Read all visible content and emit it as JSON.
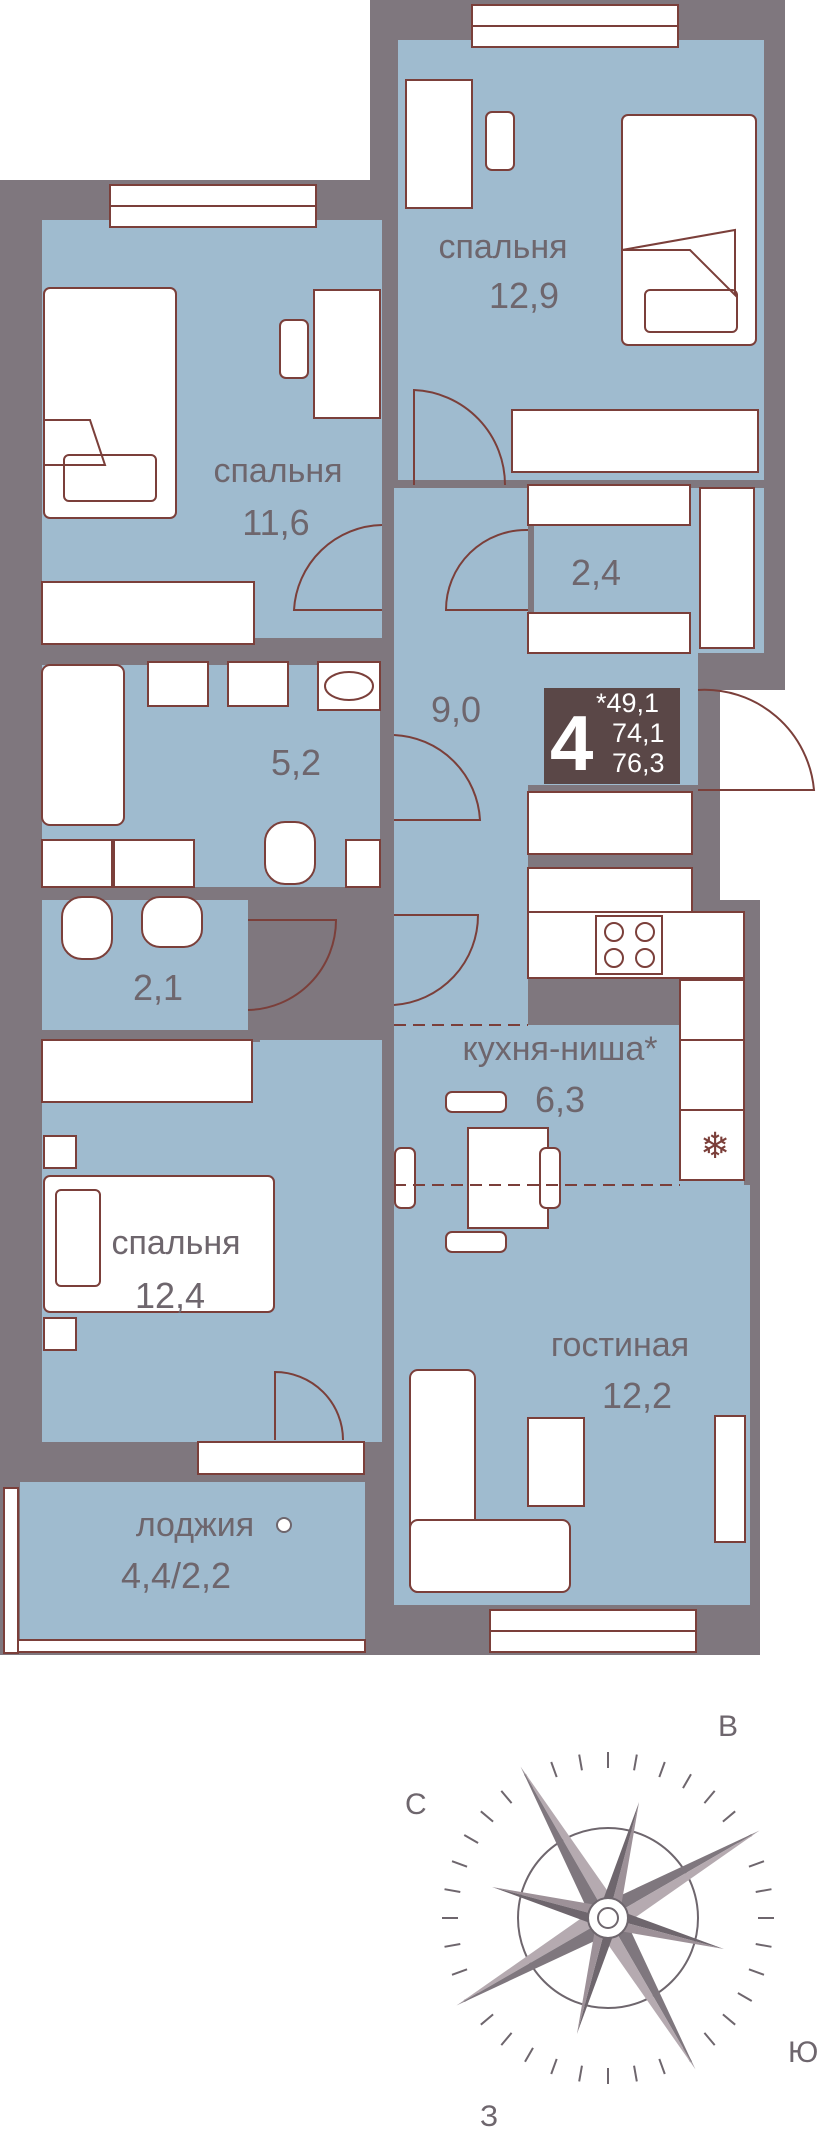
{
  "colors": {
    "wall": "#7f777e",
    "floor": "#9fbbcf",
    "furniture_stroke": "#7b3f3a",
    "label": "#6e666d",
    "badge": "#5a4747"
  },
  "rooms": [
    {
      "id": "bedroom-top",
      "name": "спальня",
      "area": "12,9"
    },
    {
      "id": "bedroom-left",
      "name": "спальня",
      "area": "11,6"
    },
    {
      "id": "closet",
      "name": "",
      "area": "2,4"
    },
    {
      "id": "hall",
      "name": "",
      "area": "9,0"
    },
    {
      "id": "bathroom",
      "name": "",
      "area": "5,2"
    },
    {
      "id": "toilet",
      "name": "",
      "area": "2,1"
    },
    {
      "id": "kitchen",
      "name": "кухня-ниша*",
      "area": "6,3"
    },
    {
      "id": "bedroom-bottom",
      "name": "спальня",
      "area": "12,4"
    },
    {
      "id": "living",
      "name": "гостиная",
      "area": "12,2"
    },
    {
      "id": "loggia",
      "name": "лоджия",
      "area": "4,4/2,2"
    }
  ],
  "badge": {
    "rooms_count": "4",
    "living_area": "*49,1",
    "total_area": "74,1",
    "total_with_loggia": "76,3"
  },
  "compass": {
    "north": "С",
    "east": "В",
    "south": "Ю",
    "west": "З"
  },
  "icons": {
    "loggia_marker": "circle-marker-icon",
    "fridge": "snowflake-icon",
    "compass": "compass-rose-icon"
  }
}
